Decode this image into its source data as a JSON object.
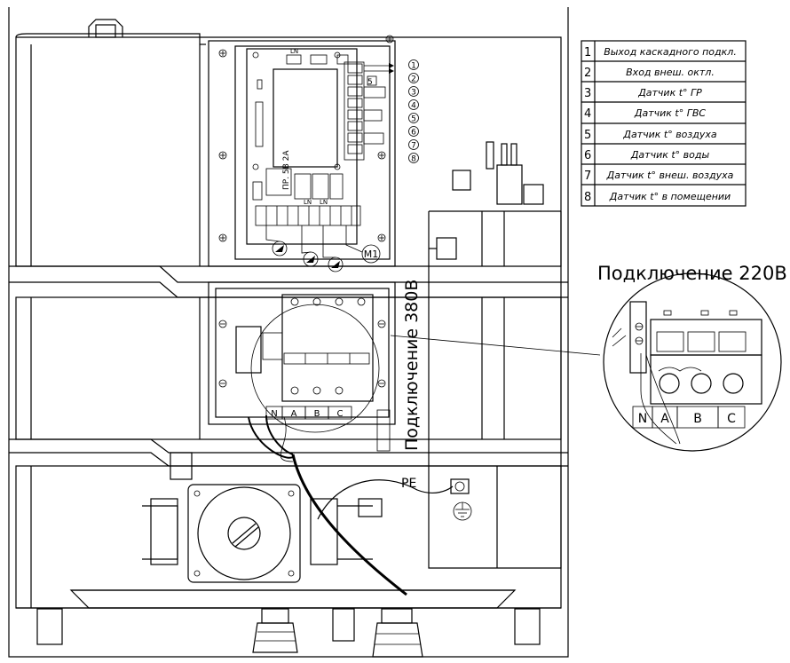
{
  "legend": [
    {
      "num": "1",
      "text": "Выход каскадного подкл."
    },
    {
      "num": "2",
      "text": "Вход внеш. октл."
    },
    {
      "num": "3",
      "text": "Датчик t° ГР"
    },
    {
      "num": "4",
      "text": "Датчик t° ГВС"
    },
    {
      "num": "5",
      "text": "Датчик t° воздуха"
    },
    {
      "num": "6",
      "text": "Датчик t° воды"
    },
    {
      "num": "7",
      "text": "Датчик t° внеш. воздуха"
    },
    {
      "num": "8",
      "text": "Датчик t° в помещении"
    }
  ],
  "labels": {
    "connection_220": "Подключение 220В",
    "connection_380": "Подключение 380В",
    "pe": "PE",
    "motor": "M1",
    "board_ln": "LN",
    "board_ln2": "LN",
    "board_ln3": "LN",
    "fuse": "ПР. 5В 2А",
    "relay_r": "5"
  },
  "terminals": [
    "N",
    "A",
    "B",
    "C"
  ],
  "terminals_zoom": [
    "N",
    "A",
    "B",
    "C"
  ],
  "connector_numbers": [
    "1",
    "2",
    "3",
    "4",
    "5",
    "6",
    "7",
    "8"
  ]
}
